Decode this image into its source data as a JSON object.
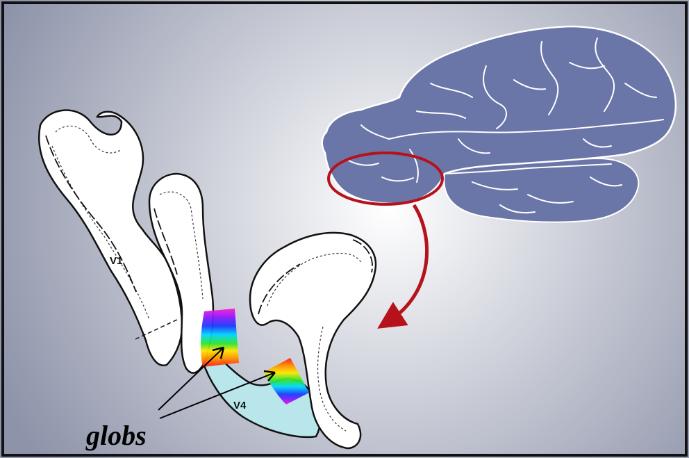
{
  "figure": {
    "labels": {
      "v1": "V1",
      "v4": "V4",
      "globs": "globs"
    },
    "colors": {
      "frame": "#111111",
      "background_center": "#ffffff",
      "background_edge": "#8d93a9",
      "brain_fill": "#6b76a8",
      "brain_lines": "#ffffff",
      "highlight_red": "#b5121b",
      "v4_fill": "#b8e6ea",
      "cortex_fill": "#ffffff",
      "cortex_outline": "#111111"
    },
    "spectrum": [
      "#ff1a1a",
      "#ff8c00",
      "#ffe600",
      "#2ee62e",
      "#00d7ff",
      "#1a3cff",
      "#8a1aff",
      "#ff1ad2"
    ]
  }
}
